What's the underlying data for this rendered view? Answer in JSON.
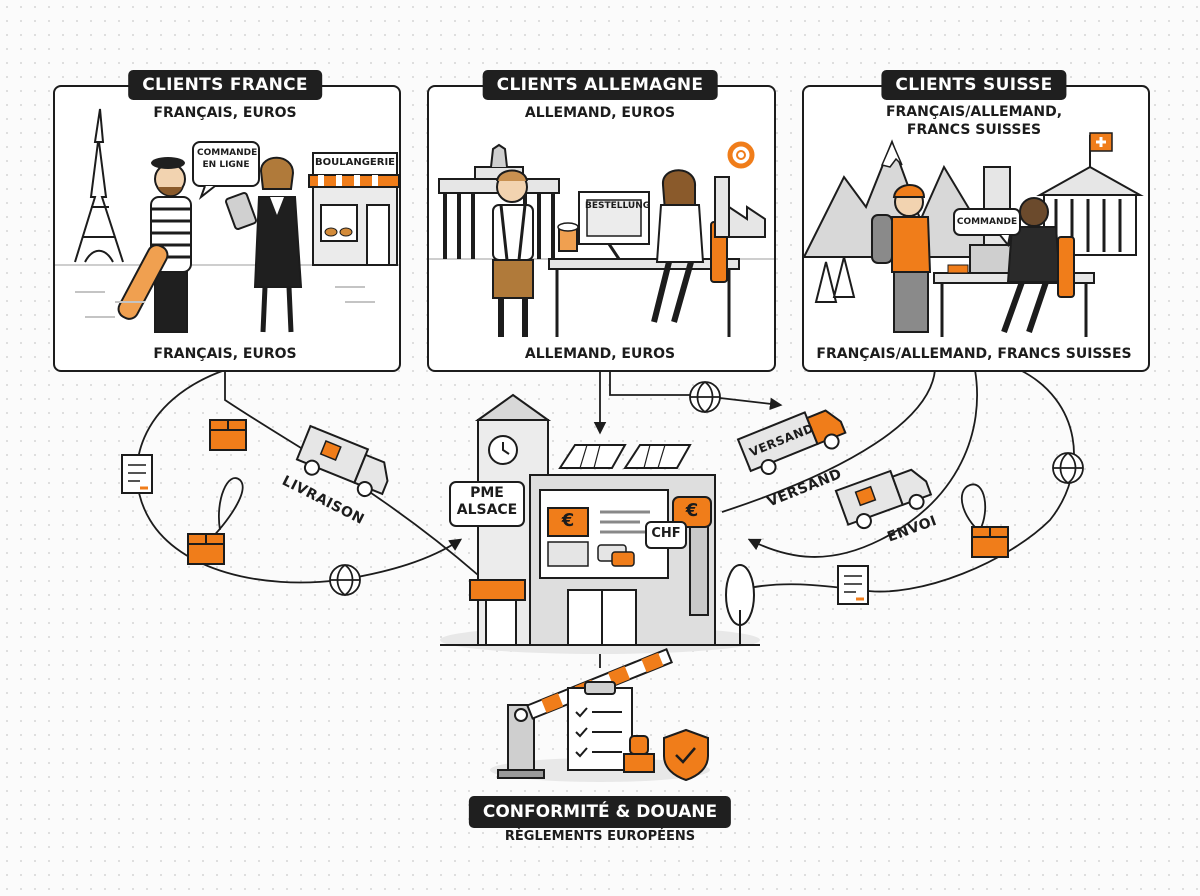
{
  "colors": {
    "accent": "#f07d1a",
    "ink": "#1c1c1c",
    "grey": "#c9c9c9",
    "paper": "#ffffff"
  },
  "panels": {
    "france": {
      "title": "CLIENTS FRANCE",
      "subtitle": "FRANÇAIS, EUROS",
      "footer": "FRANÇAIS, EUROS",
      "speech_bubble": "COMMANDE\nEN LIGNE",
      "shop_sign": "BOULANGERIE"
    },
    "germany": {
      "title": "CLIENTS ALLEMAGNE",
      "subtitle": "ALLEMAND, EUROS",
      "footer": "ALLEMAND, EUROS",
      "screen_text": "BESTELLUNG"
    },
    "switzerland": {
      "title": "CLIENTS SUISSE",
      "subtitle": "FRANÇAIS/ALLEMAND,\nFRANCS SUISSES",
      "footer": "FRANÇAIS/ALLEMAND, FRANCS SUISSES",
      "speech_bubble": "COMMANDE"
    }
  },
  "hub": {
    "sign": "PME\nALSACE",
    "currency_euro": "€",
    "currency_chf": "CHF"
  },
  "flows": {
    "livraison": "LIVRAISON",
    "versand_truck": "VERSAND",
    "versand": "VERSAND",
    "envoi": "ENVOI"
  },
  "footer": {
    "title": "CONFORMITÉ & DOUANE",
    "subtitle": "RÈGLEMENTS EUROPÉENS"
  },
  "icons": [
    "eiffel-tower-icon",
    "brandenburg-gate-icon",
    "mountain-icon",
    "swiss-flag-icon",
    "package-icon",
    "globe-icon",
    "document-icon",
    "delivery-truck-icon",
    "clock-icon",
    "solar-panel-icon",
    "barrier-icon",
    "clipboard-icon",
    "stamp-icon",
    "shield-check-icon",
    "gear-icon",
    "tree-icon"
  ]
}
